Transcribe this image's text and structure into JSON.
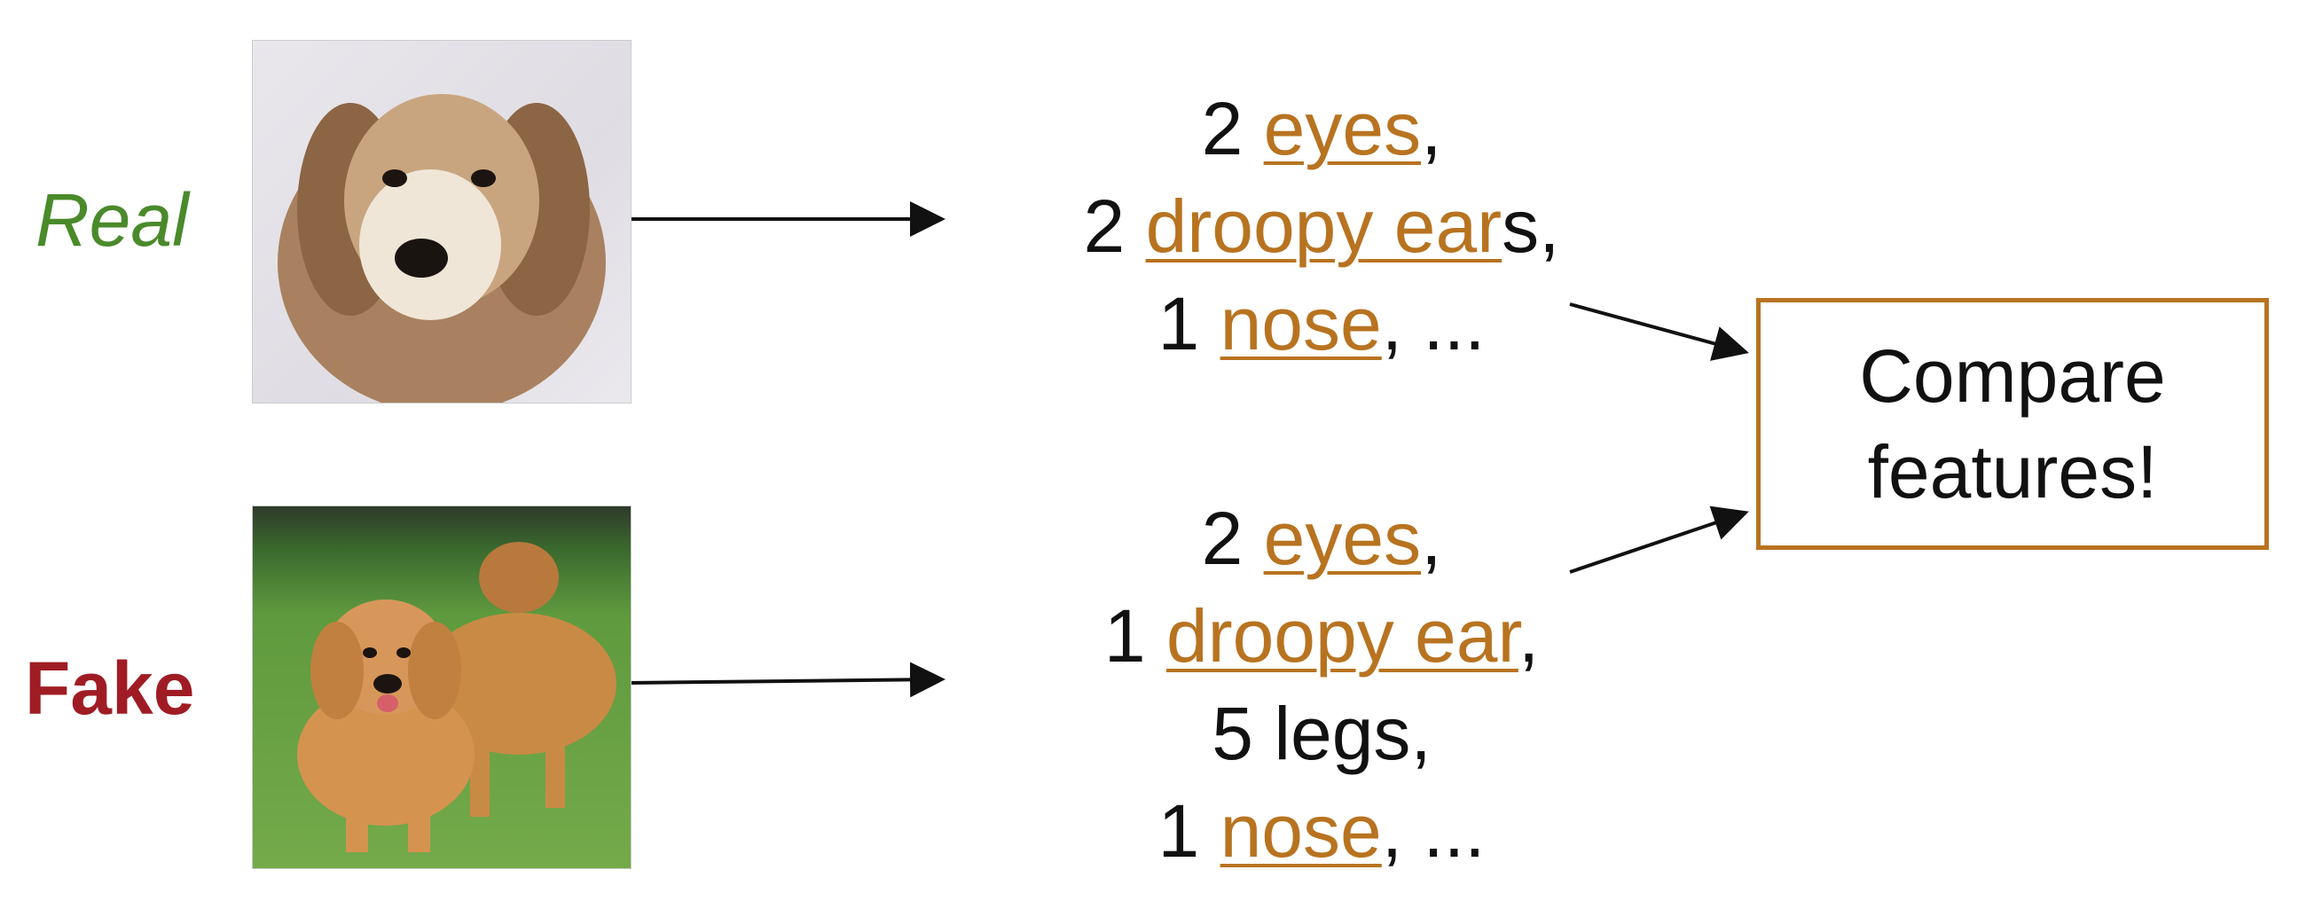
{
  "labels": {
    "real": "Real",
    "fake": "Fake"
  },
  "real_features": [
    {
      "count": "2",
      "feature": "eyes",
      "suffix": ","
    },
    {
      "count": "2",
      "feature": "droopy ear",
      "suffix": "s,"
    },
    {
      "count": "1",
      "feature": "nose",
      "suffix": ", ..."
    }
  ],
  "fake_features": [
    {
      "count": "2",
      "feature": "eyes",
      "suffix": ","
    },
    {
      "count": "1",
      "feature": "droopy ear",
      "suffix": ","
    },
    {
      "count": "5",
      "feature": "",
      "suffix": "legs,"
    },
    {
      "count": "1",
      "feature": "nose",
      "suffix": ", ..."
    }
  ],
  "compare_box": {
    "line1": "Compare",
    "line2": "features!"
  },
  "colors": {
    "real": "#4a8a2a",
    "fake": "#a01c24",
    "feature": "#b87320",
    "text": "#111111"
  }
}
